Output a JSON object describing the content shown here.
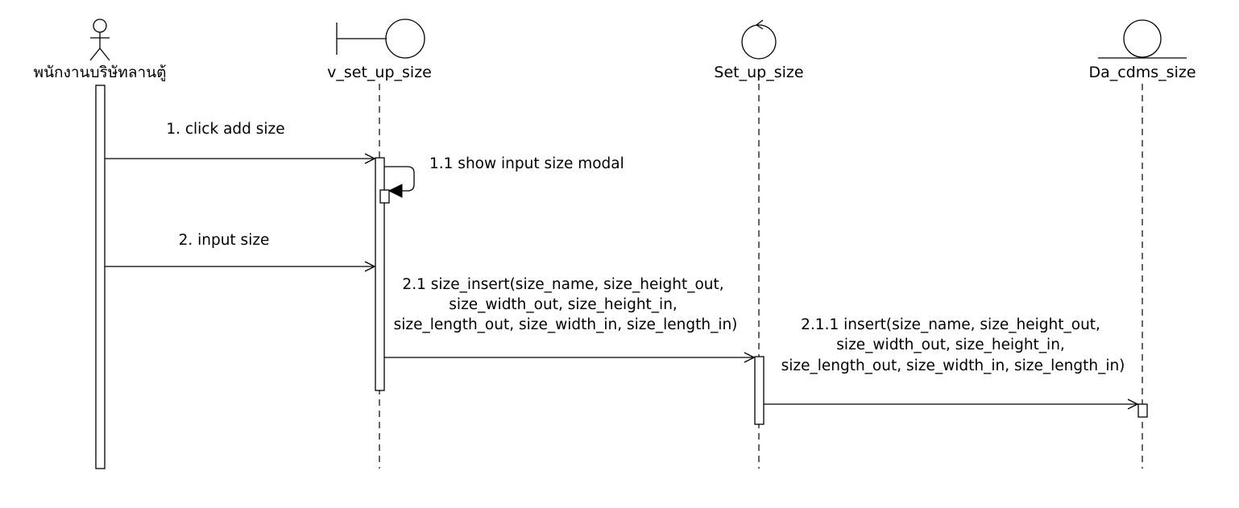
{
  "participants": {
    "actor": {
      "name": "พนักงานบริษัทลานตู้",
      "icon": "actor-icon"
    },
    "boundary": {
      "name": "v_set_up_size",
      "icon": "boundary-icon"
    },
    "control": {
      "name": "Set_up_size",
      "icon": "control-icon"
    },
    "entity": {
      "name": "Da_cdms_size",
      "icon": "entity-icon"
    }
  },
  "messages": {
    "m1": {
      "label": "1. click add size"
    },
    "m1_1": {
      "label": "1.1 show input size modal"
    },
    "m2": {
      "label": "2. input size"
    },
    "m2_1": {
      "lines": [
        "2.1 size_insert(size_name, size_height_out,",
        "size_width_out, size_height_in,",
        "size_length_out, size_width_in, size_length_in)"
      ]
    },
    "m2_1_1": {
      "lines": [
        "2.1.1 insert(size_name, size_height_out,",
        "size_width_out, size_height_in,",
        "size_length_out, size_width_in, size_length_in)"
      ]
    }
  }
}
